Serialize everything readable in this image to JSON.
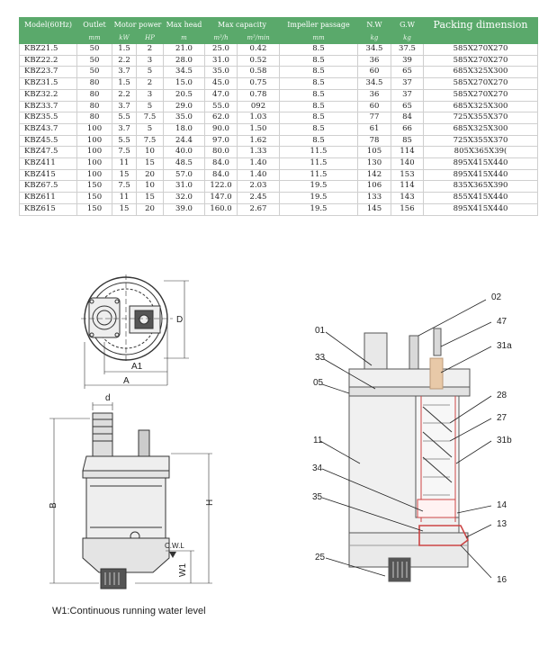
{
  "table": {
    "headers": [
      "Model(60Hz)",
      "Outlet",
      "Motor power",
      "Max head",
      "Max capacity",
      "Impeller passage",
      "N.W",
      "G.W",
      "Packing dimension"
    ],
    "subheaders": [
      "",
      "mm",
      "kW",
      "HP",
      "m",
      "m³/h",
      "m³/min",
      "mm",
      "kg",
      "kg",
      ""
    ],
    "rows": [
      [
        "KBZ21.5",
        "50",
        "1.5",
        "2",
        "21.0",
        "25.0",
        "0.42",
        "8.5",
        "34.5",
        "37.5",
        "585X270X270"
      ],
      [
        "KBZ22.2",
        "50",
        "2.2",
        "3",
        "28.0",
        "31.0",
        "0.52",
        "8.5",
        "36",
        "39",
        "585X270X270"
      ],
      [
        "KBZ23.7",
        "50",
        "3.7",
        "5",
        "34.5",
        "35.0",
        "0.58",
        "8.5",
        "60",
        "65",
        "685X325X300"
      ],
      [
        "KBZ31.5",
        "80",
        "1.5",
        "2",
        "15.0",
        "45.0",
        "0.75",
        "8.5",
        "34.5",
        "37",
        "585X270X270"
      ],
      [
        "KBZ32.2",
        "80",
        "2.2",
        "3",
        "20.5",
        "47.0",
        "0.78",
        "8.5",
        "36",
        "37",
        "585X270X270"
      ],
      [
        "KBZ33.7",
        "80",
        "3.7",
        "5",
        "29.0",
        "55.0",
        "092",
        "8.5",
        "60",
        "65",
        "685X325X300"
      ],
      [
        "KBZ35.5",
        "80",
        "5.5",
        "7.5",
        "35.0",
        "62.0",
        "1.03",
        "8.5",
        "77",
        "84",
        "725X355X370"
      ],
      [
        "KBZ43.7",
        "100",
        "3.7",
        "5",
        "18.0",
        "90.0",
        "1.50",
        "8.5",
        "61",
        "66",
        "685X325X300"
      ],
      [
        "KBZ45.5",
        "100",
        "5.5",
        "7.5",
        "24.4",
        "97.0",
        "1.62",
        "8.5",
        "78",
        "85",
        "725X355X370"
      ],
      [
        "KBZ47.5",
        "100",
        "7.5",
        "10",
        "40.0",
        "80.0",
        "1.33",
        "11.5",
        "105",
        "114",
        "805X365X39("
      ],
      [
        "KBZ411",
        "100",
        "11",
        "15",
        "48.5",
        "84.0",
        "1.40",
        "11.5",
        "130",
        "140",
        "895X415X440"
      ],
      [
        "KBZ415",
        "100",
        "15",
        "20",
        "57.0",
        "84.0",
        "1.40",
        "11.5",
        "142",
        "153",
        "895X415X440"
      ],
      [
        "KBZ67.5",
        "150",
        "7.5",
        "10",
        "31.0",
        "122.0",
        "2.03",
        "19.5",
        "106",
        "114",
        "835X365X390"
      ],
      [
        "KBZ611",
        "150",
        "11",
        "15",
        "32.0",
        "147.0",
        "2.45",
        "19.5",
        "133",
        "143",
        "855X415X440"
      ],
      [
        "KBZ615",
        "150",
        "15",
        "20",
        "39.0",
        "160.0",
        "2.67",
        "19.5",
        "145",
        "156",
        "895X415X440"
      ]
    ]
  },
  "drawing": {
    "dims": {
      "d": "d",
      "D": "D",
      "A1": "A1",
      "A": "A",
      "B": "B",
      "H": "H",
      "W1": "W1",
      "cwl": "C.W.L"
    },
    "caption": "W1:Continuous running water level",
    "parts": [
      "02",
      "47",
      "01",
      "31a",
      "33",
      "05",
      "28",
      "27",
      "11",
      "31b",
      "34",
      "35",
      "14",
      "13",
      "25",
      "16"
    ]
  }
}
